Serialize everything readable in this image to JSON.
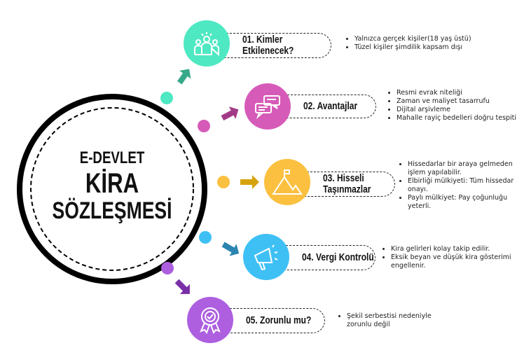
{
  "title": {
    "line1": "E-DEVLET",
    "line2": "KİRA",
    "line3": "SÖZLEŞMESİ"
  },
  "colors": {
    "teal": "#4ee8c2",
    "pink": "#d65bb8",
    "yellow": "#fbc040",
    "blue": "#3fc0f5",
    "purple": "#ad5fe0",
    "teal_arrow": "#37a98a",
    "pink_arrow": "#a23a86",
    "yellow_arrow": "#d6a20c",
    "blue_arrow": "#2b85b0",
    "purple_arrow": "#7a2fa7"
  },
  "steps": [
    {
      "label": "01. Kimler Etkilenecek?",
      "icon": "people-icon",
      "bullets": [
        "Yalnızca gerçek kişiler(18 yaş üstü)",
        "Tüzel kişiler şimdilik kapsam dışı"
      ]
    },
    {
      "label": "02. Avantajlar",
      "icon": "chat-bubbles-icon",
      "bullets": [
        "Resmi evrak niteliği",
        "Zaman ve maliyet tasarrufu",
        "Dijital arşivleme",
        "Mahalle rayiç bedelleri doğru tespiti"
      ]
    },
    {
      "label": "03. Hisseli Taşınmazlar",
      "icon": "mountain-flag-icon",
      "bullets": [
        "Hissedarlar bir araya gelmeden işlem yapılabilir.",
        "Elbirliği mülkiyeti: Tüm hissedar onayı.",
        "Paylı mülkiyet: Pay çoğunluğu yeterli."
      ]
    },
    {
      "label": "04. Vergi Kontrolü",
      "icon": "megaphone-icon",
      "bullets": [
        "Kira gelirleri kolay takip edilir.",
        "Eksik beyan ve düşük kira gösterimi engellenir."
      ]
    },
    {
      "label": "05. Zorunlu mu?",
      "icon": "award-badge-icon",
      "bullets": [
        "Şekil serbestisi nedeniyle zorunlu değil"
      ]
    }
  ]
}
